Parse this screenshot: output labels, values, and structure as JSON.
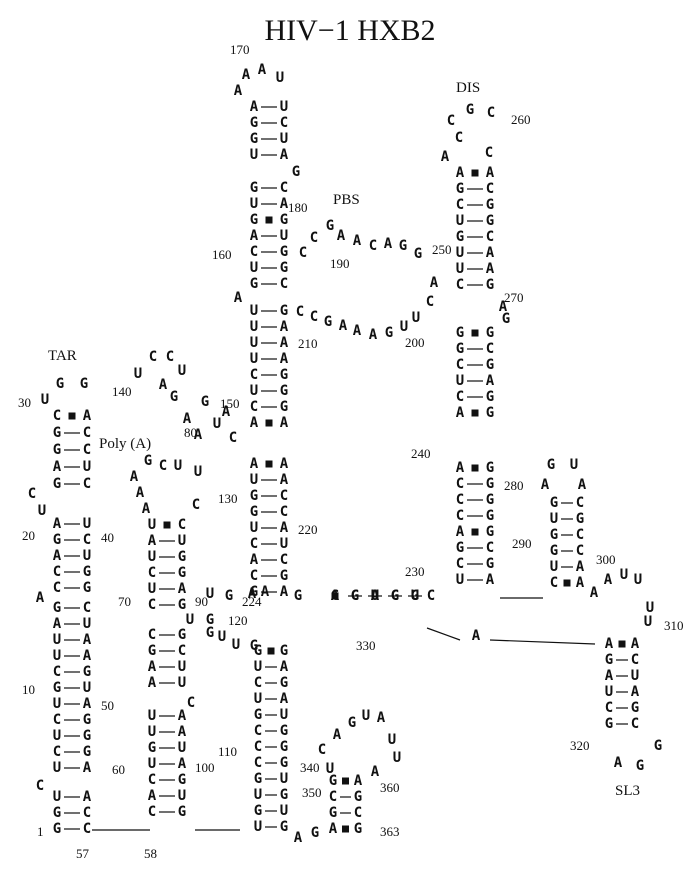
{
  "title": "HIV−1 HXB2",
  "labels": {
    "tar": "TAR",
    "poly_a": "Poly (A)",
    "pbs": "PBS",
    "dis": "DIS",
    "sl3": "SL3"
  },
  "numbers": {
    "n1": "1",
    "n10": "10",
    "n20": "20",
    "n30": "30",
    "n40": "40",
    "n50": "50",
    "n57": "57",
    "n58": "58",
    "n60": "60",
    "n70": "70",
    "n80": "80",
    "n90": "90",
    "n100": "100",
    "n110": "110",
    "n120": "120",
    "n130": "130",
    "n140": "140",
    "n150": "150",
    "n160": "160",
    "n170": "170",
    "n180": "180",
    "n190": "190",
    "n200": "200",
    "n210": "210",
    "n220": "220",
    "n224": "224",
    "n230": "230",
    "n240": "240",
    "n250": "250",
    "n260": "260",
    "n270": "270",
    "n280": "280",
    "n290": "290",
    "n300": "300",
    "n310": "310",
    "n320": "320",
    "n330": "330",
    "n340": "340",
    "n350": "350",
    "n360": "360",
    "n363": "363"
  },
  "colors": {
    "ink": "#111111",
    "background": "#ffffff"
  }
}
